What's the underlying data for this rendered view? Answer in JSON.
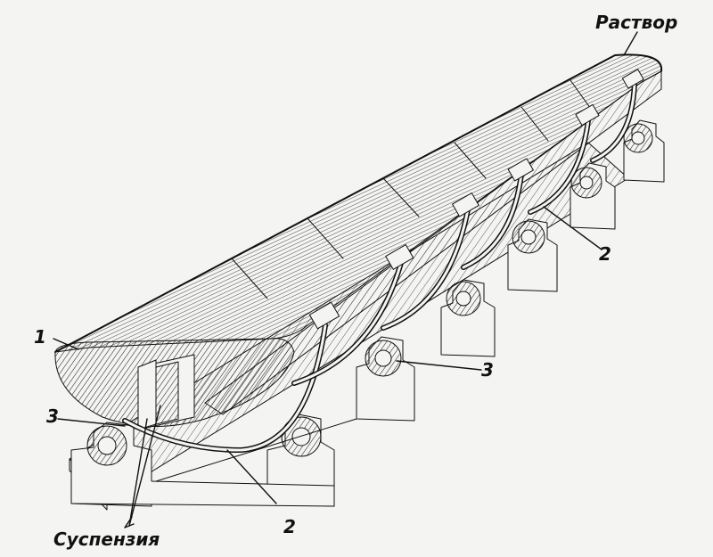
{
  "labels": {
    "solution": "Раствор",
    "suspension": "Суспензия",
    "part1": "1",
    "part2_lower": "2",
    "part2_upper": "2",
    "part3_left": "3",
    "part3_mid": "3"
  },
  "colors": {
    "ink": "#111111",
    "paper": "#f4f4f2"
  }
}
